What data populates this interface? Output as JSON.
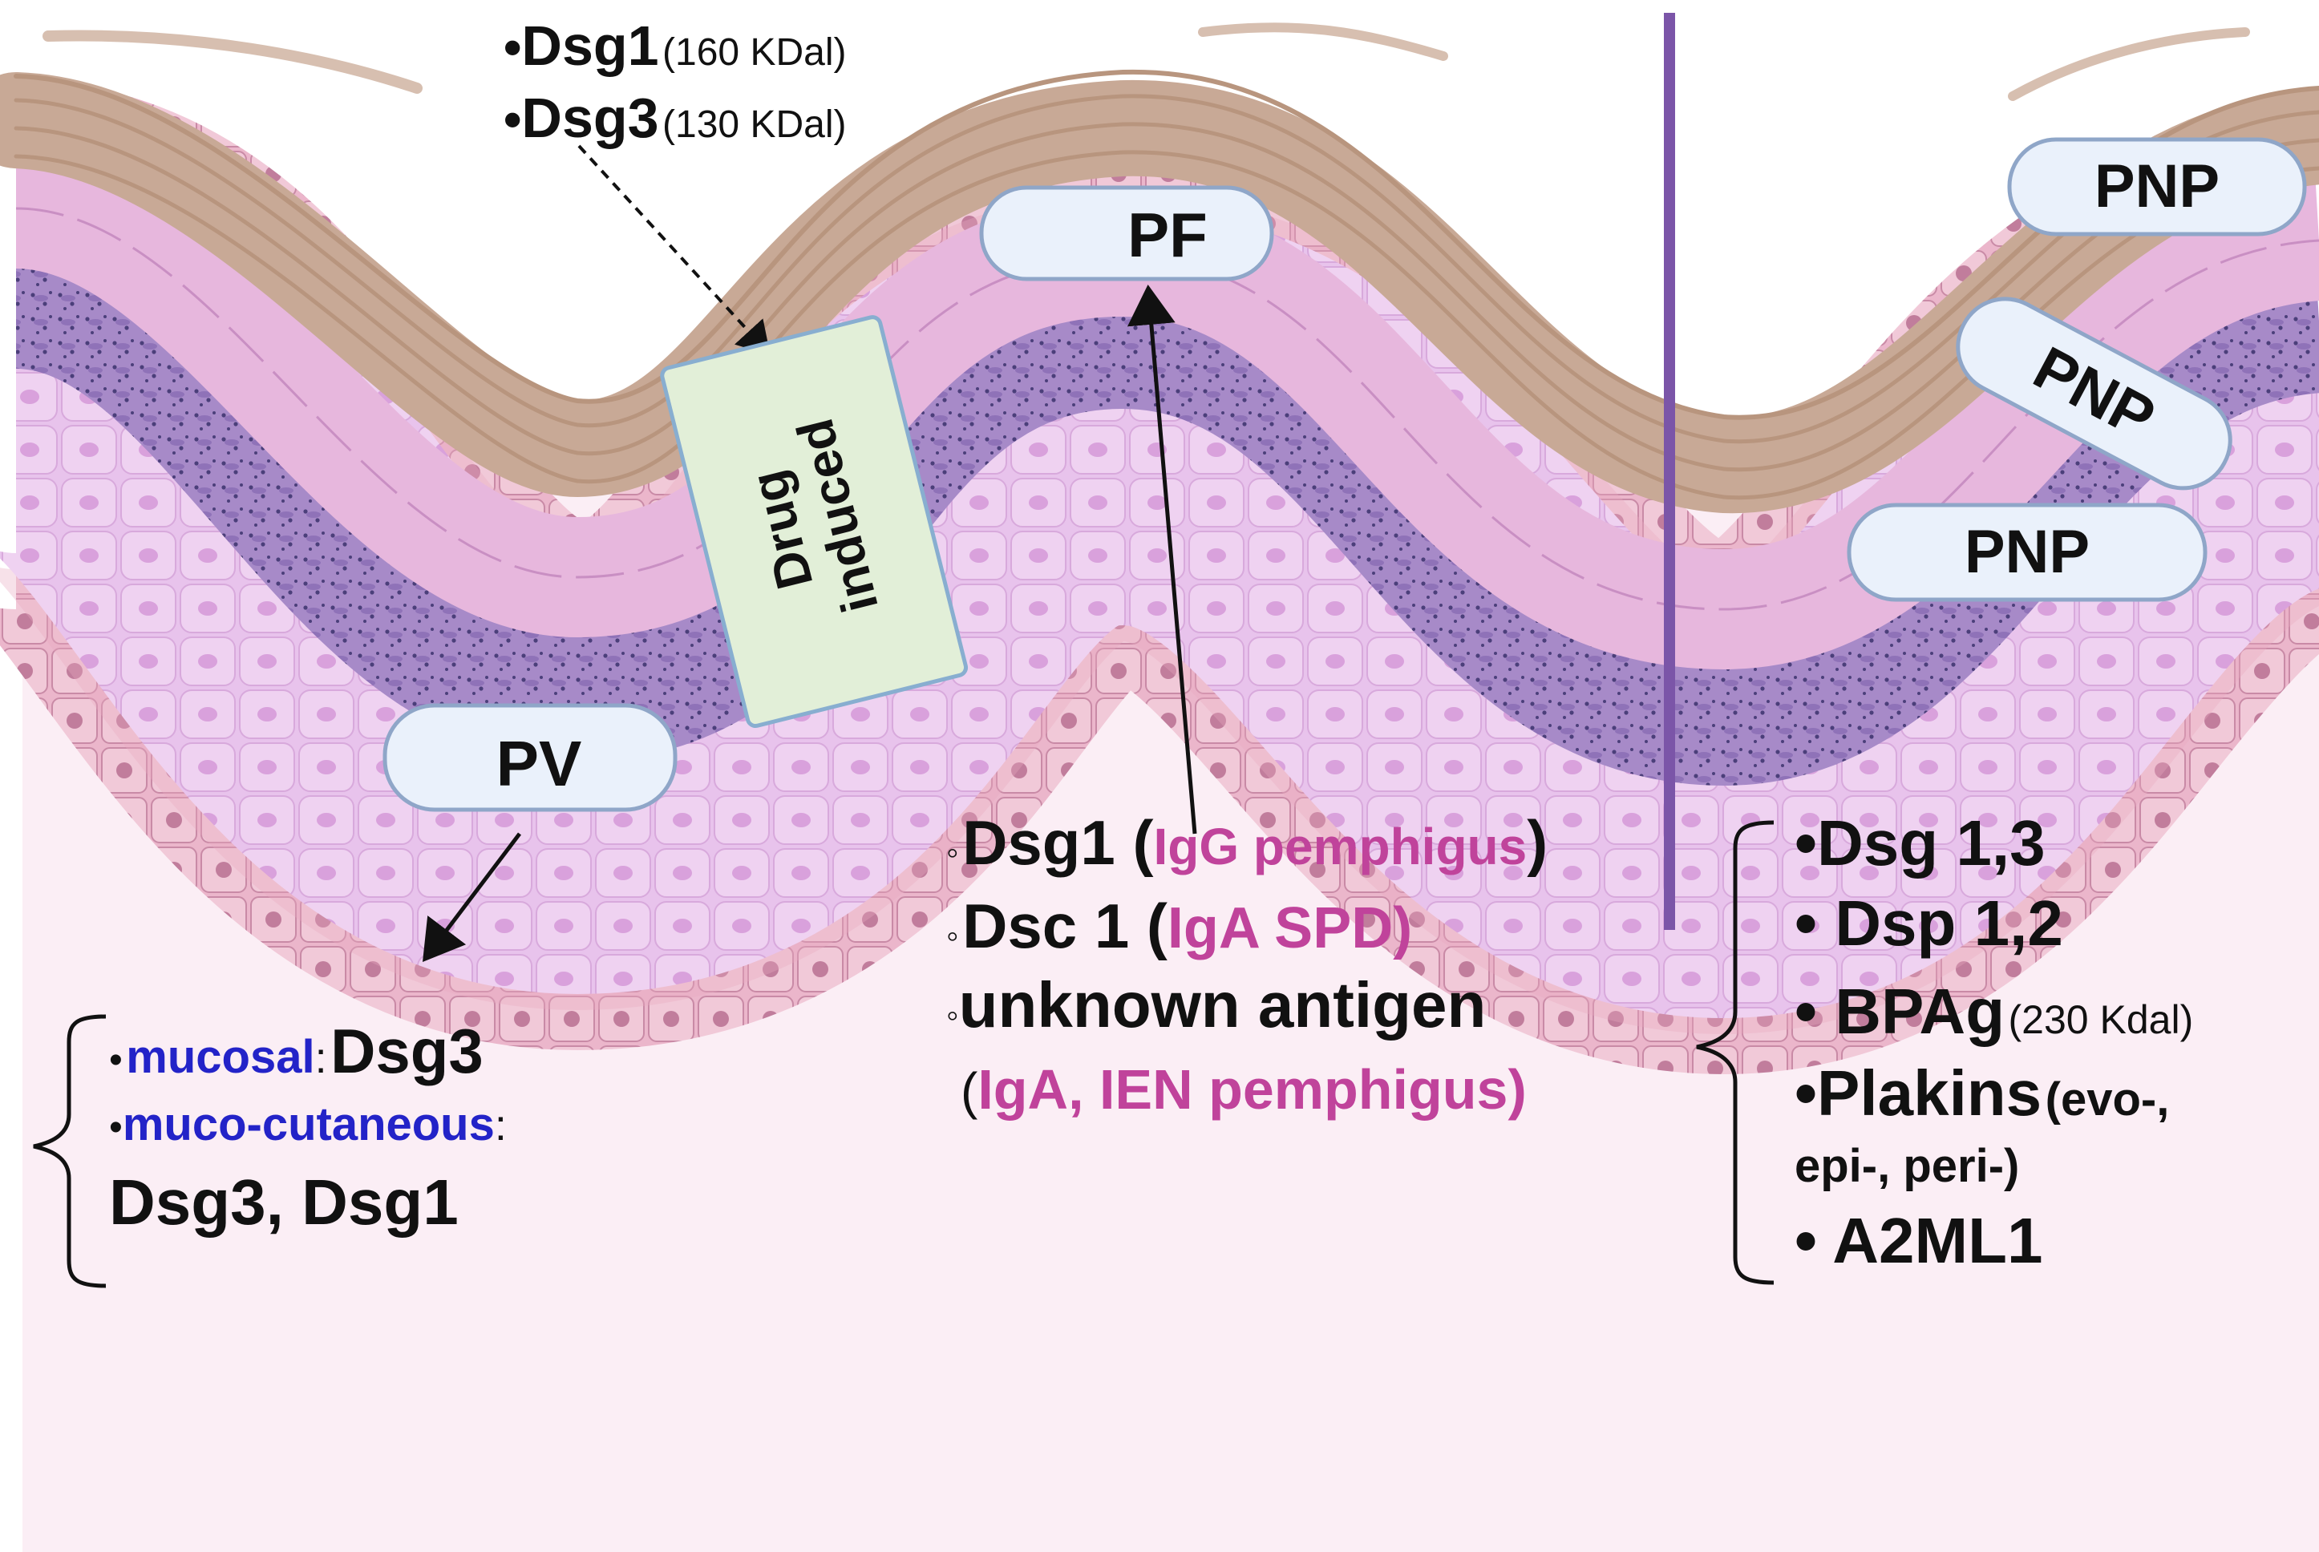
{
  "top_antigens": {
    "line1": {
      "bullet": "•",
      "name": "Dsg1",
      "weight": "(160 KDal)"
    },
    "line2": {
      "bullet": "•",
      "name": "Dsg3",
      "weight": "(130 KDal)"
    }
  },
  "labels": {
    "pf": "PF",
    "pv": "PV",
    "pnp_1": "PNP",
    "pnp_2": "PNP",
    "pnp_3": "PNP",
    "drug_line1": "Drug",
    "drug_line2": "induced"
  },
  "pv_antigens": {
    "mucosal_bullet": "•",
    "mucosal_label": "mucosal",
    "mucosal_sep": ":",
    "mucosal_value": "Dsg3",
    "muco_bullet": "•",
    "muco_label": "muco-cutaneous",
    "muco_sep": ":",
    "muco_value": "Dsg3, Dsg1"
  },
  "pf_antigens": {
    "line1": {
      "bullet": "◦",
      "name": "Dsg1 (",
      "note": "IgG pemphigus",
      "close": ")"
    },
    "line2": {
      "bullet": "◦",
      "name": "Dsc 1 (",
      "note": "IgA SPD",
      "close": ")"
    },
    "line3": {
      "bullet": "◦",
      "name": "unknown antigen"
    },
    "line4": {
      "open": "(",
      "note": "IgA, IEN pemphigus",
      "close": ")"
    }
  },
  "pnp_antigens": {
    "line1": "•Dsg 1,3",
    "line2": "• Dsp 1,2",
    "line3_main": "• BPAg",
    "line3_small": "(230 Kdal)",
    "line4_main": "•Plakins",
    "line4_small": "(evo-,",
    "line5": "epi-, peri-)",
    "line6": "• A2ML1"
  },
  "colors": {
    "background": "#fbeef5",
    "stratum_corneum": "#c8a996",
    "granular_layer": "#a78ac8",
    "spinous_layer": "#e8c3ec",
    "basal_layer": "#ebb6cb",
    "label_box_fill": "#eaf1fb",
    "label_box_stroke": "#8fa6c8",
    "drug_box_fill": "#e2efd8",
    "drug_box_stroke": "#88aed0",
    "divider": "#7b55a8",
    "pink_text": "#c0439b",
    "blue_text": "#2323c8"
  }
}
